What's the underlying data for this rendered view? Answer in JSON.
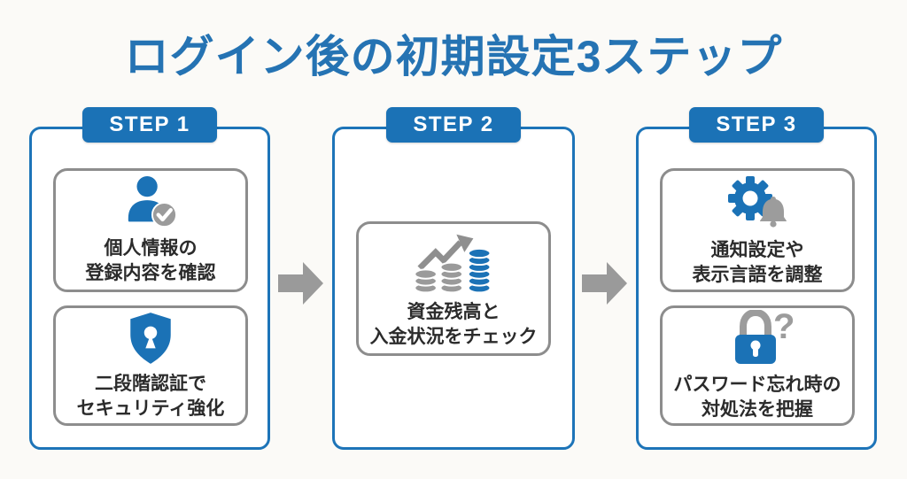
{
  "title": "ログイン後の初期設定3ステップ",
  "colors": {
    "accent_blue": "#1b72b6",
    "border_blue": "#1d74b8",
    "title_blue": "#2573b3",
    "icon_gray": "#9b9b9b",
    "card_border_gray": "#8d8d8d",
    "text_dark": "#2b2b2b",
    "background": "#fbfaf7"
  },
  "steps": [
    {
      "badge": "STEP 1",
      "cards": [
        {
          "icon": "user-check-icon",
          "lines": [
            "個人情報の",
            "登録内容を確認"
          ]
        },
        {
          "icon": "shield-keyhole-icon",
          "lines": [
            "二段階認証で",
            "セキュリティ強化"
          ]
        }
      ]
    },
    {
      "badge": "STEP 2",
      "cards": [
        {
          "icon": "coins-growth-icon",
          "lines": [
            "資金残高と",
            "入金状況をチェック"
          ]
        }
      ]
    },
    {
      "badge": "STEP 3",
      "cards": [
        {
          "icon": "gear-bell-icon",
          "lines": [
            "通知設定や",
            "表示言語を調整"
          ]
        },
        {
          "icon": "lock-question-icon",
          "lines": [
            "パスワード忘れ時の",
            "対処法を把握"
          ]
        }
      ]
    }
  ],
  "flow": {
    "arrow_icon": "right-block-arrow-icon",
    "question_glyph": "?"
  }
}
